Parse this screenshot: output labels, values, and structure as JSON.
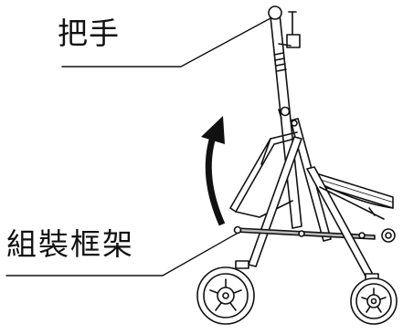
{
  "labels": {
    "handle": "把手",
    "folding_frame": "組裝框架"
  },
  "colors": {
    "ink": "#111111",
    "background": "#ffffff",
    "shading": "#bdbdbd"
  },
  "icons": [
    "curved-up-arrow-icon",
    "rollator-walker-illustration"
  ]
}
